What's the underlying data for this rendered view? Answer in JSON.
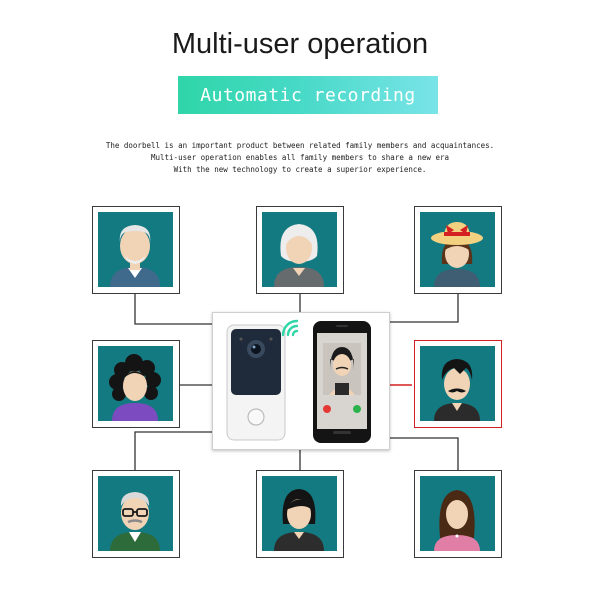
{
  "header": {
    "title": "Multi-user operation",
    "banner": "Automatic recording"
  },
  "description": {
    "lines": [
      "The doorbell is an important product between related family members and acquaintances.",
      "Multi-user operation enables all family members to share a new era",
      "With the new technology to create a superior experience."
    ]
  },
  "colors": {
    "card_bg": "#147a82",
    "banner_start": "#2fd6a8",
    "banner_end": "#79e4e8",
    "accent_red": "#d42020",
    "answer_green": "#2bb24c",
    "decline_red": "#e53935"
  },
  "users": [
    {
      "name": "grandfather",
      "icon": "elderly-man-icon"
    },
    {
      "name": "grandmother",
      "icon": "elderly-woman-icon"
    },
    {
      "name": "girl-with-hat",
      "icon": "girl-hat-icon"
    },
    {
      "name": "curly-woman",
      "icon": "curly-woman-icon"
    },
    {
      "name": "visitor-mustache",
      "icon": "mustache-man-icon",
      "active": true
    },
    {
      "name": "old-man-glasses",
      "icon": "glasses-man-icon"
    },
    {
      "name": "young-man",
      "icon": "young-man-icon"
    },
    {
      "name": "girl-long-hair",
      "icon": "long-hair-girl-icon"
    }
  ]
}
